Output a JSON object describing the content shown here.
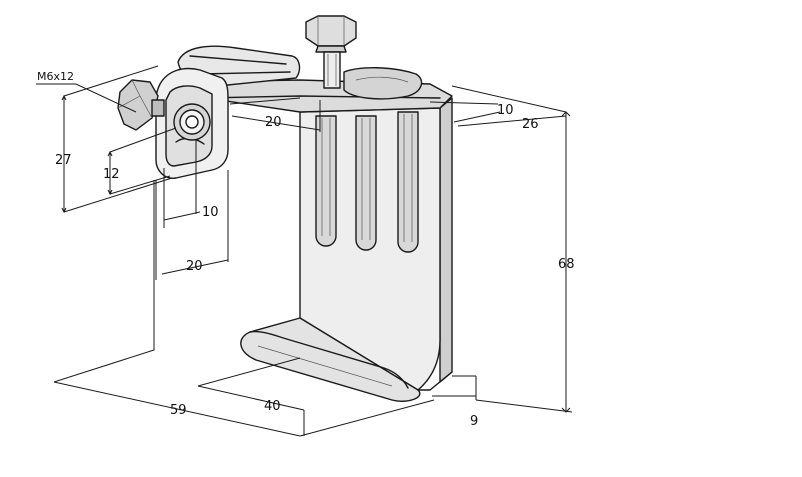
{
  "drawing": {
    "thread_label": "M6x12",
    "dimensions": {
      "height_27": "27",
      "height_12": "12",
      "width_10_left": "10",
      "width_20_left": "20",
      "width_20_top": "20",
      "width_10_right": "10",
      "width_26": "26",
      "height_68": "68",
      "length_59": "59",
      "length_40": "40",
      "thickness_9": "9"
    }
  },
  "colors": {
    "line": "#1a1a1a",
    "shade_light": "#e6e6e6",
    "shade_mid": "#cfcfcf",
    "background": "#ffffff"
  }
}
